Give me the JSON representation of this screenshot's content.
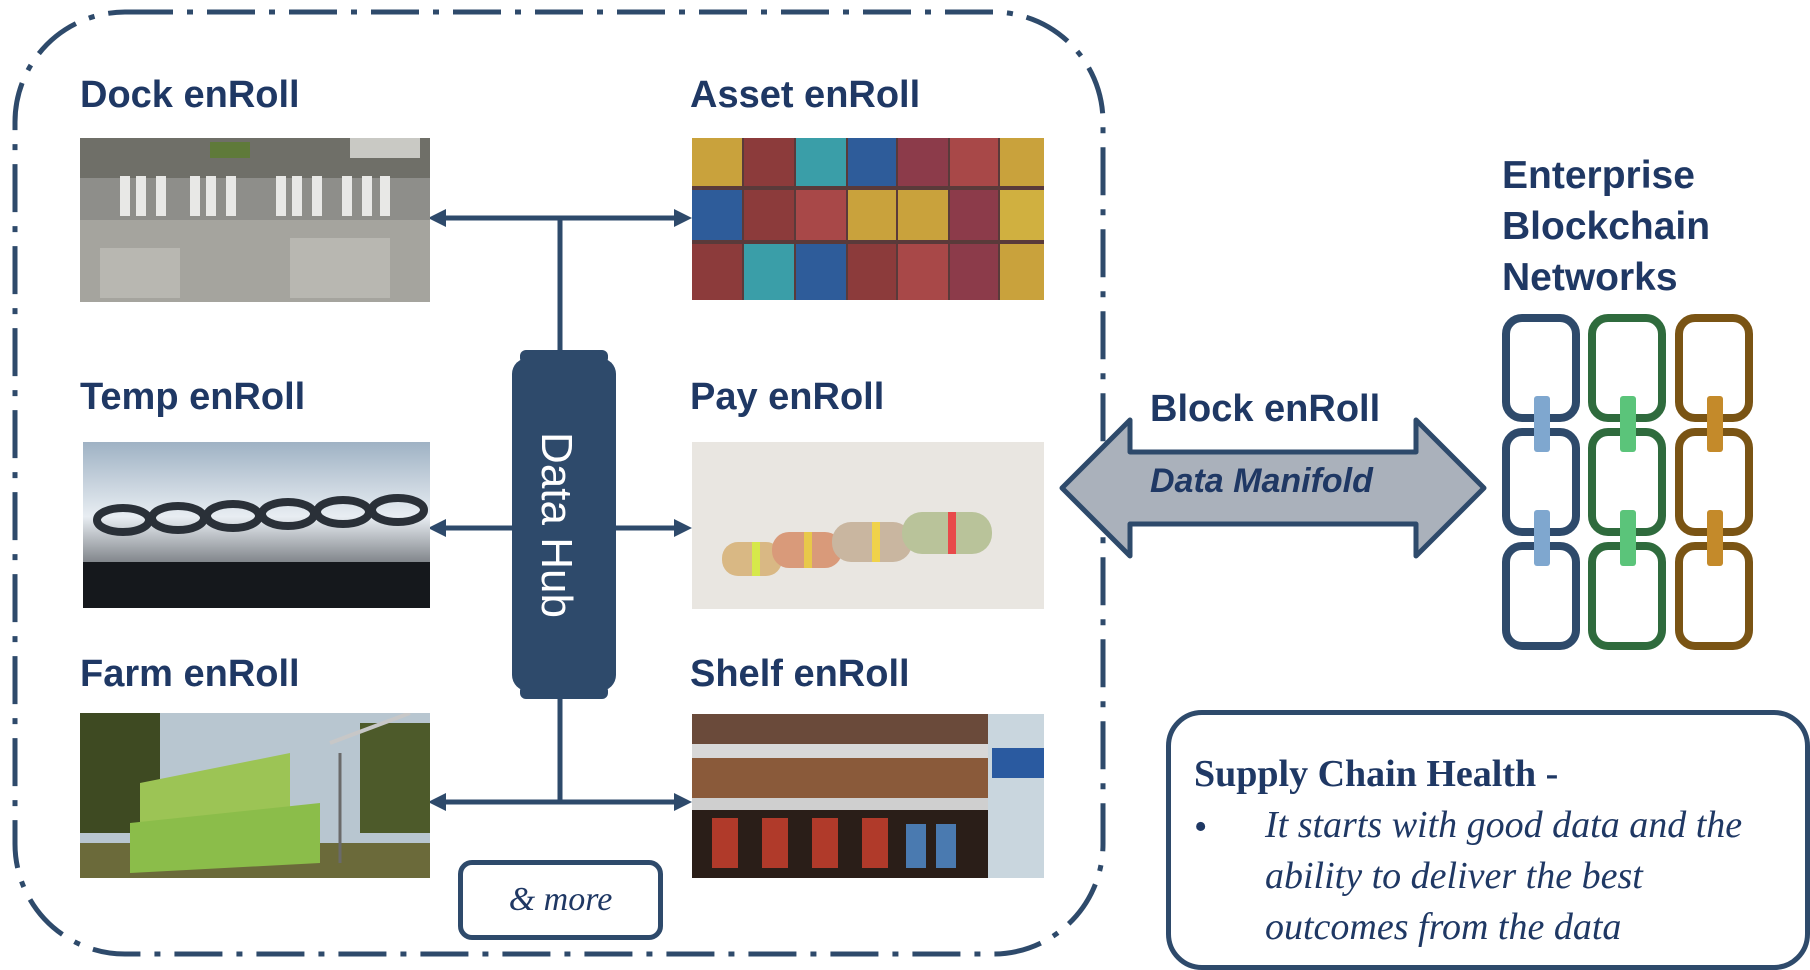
{
  "modules": [
    {
      "label": "Dock enRoll",
      "image": "aerial-warehouse-trucks"
    },
    {
      "label": "Asset enRoll",
      "image": "shipping-containers"
    },
    {
      "label": "Temp enRoll",
      "image": "frozen-chain"
    },
    {
      "label": "Pay enRoll",
      "image": "rolled-banknotes"
    },
    {
      "label": "Farm enRoll",
      "image": "green-shipping-containers-farm"
    },
    {
      "label": "Shelf enRoll",
      "image": "supermarket-shelf"
    }
  ],
  "hub": {
    "label": "Data Hub"
  },
  "more": {
    "label": "& more"
  },
  "connector": {
    "title": "Block enRoll",
    "arrow_label": "Data Manifold"
  },
  "enterprise": {
    "line1": "Enterprise",
    "line2": "Blockchain",
    "line3": "Networks"
  },
  "health": {
    "title": "Supply Chain Health -",
    "bullet": "•",
    "text": "It starts with good data and the ability to deliver the best outcomes from the data"
  },
  "colors": {
    "navy": "#1f3864",
    "hub": "#2e4a6b",
    "arrow_fill": "#aab1bb",
    "chain_blue": "#2e4a6b",
    "chain_blue_link": "#7fa7cf",
    "chain_green": "#2f6b3d",
    "chain_green_link": "#5bc47a",
    "chain_brown": "#7a5414",
    "chain_brown_link": "#c48a2a"
  }
}
